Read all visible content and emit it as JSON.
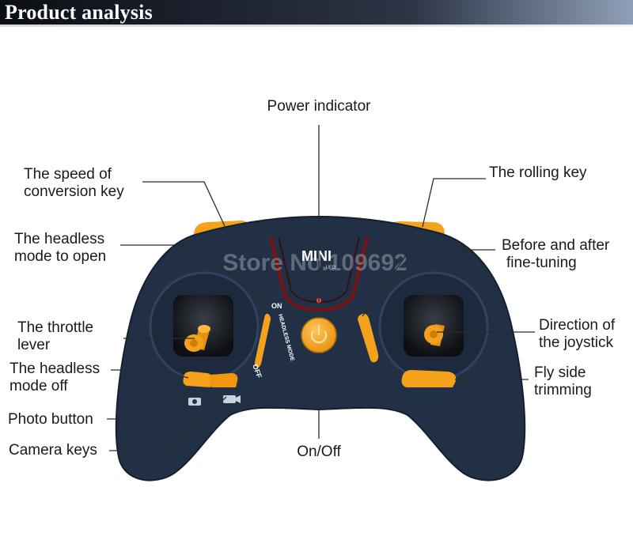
{
  "header": {
    "title": "Product analysis"
  },
  "controller": {
    "logo_text": "MINI",
    "logo_sub": "UFO",
    "watermark": "Store No.109692",
    "switch_on": "ON",
    "switch_off": "OFF",
    "switch_mode": "HEADLESS MODE",
    "body_color": "#223046",
    "accent_color": "#f4a21c"
  },
  "labels": {
    "power_indicator": "Power indicator",
    "speed_line1": "The speed of",
    "speed_line2": "conversion key",
    "rolling_key": "The rolling key",
    "headless_open_line1": "The headless",
    "headless_open_line2": "mode to open",
    "fine_tuning_line1": "Before and after",
    "fine_tuning_line2": "fine-tuning",
    "throttle_line1": "The throttle",
    "throttle_line2": "lever",
    "direction_line1": "Direction of",
    "direction_line2": "the joystick",
    "headless_off_line1": "The headless",
    "headless_off_line2": "mode off",
    "fly_side_line1": "Fly side",
    "fly_side_line2": "trimming",
    "photo_button": "Photo button",
    "camera_keys": "Camera keys",
    "on_off": "On/Off"
  }
}
